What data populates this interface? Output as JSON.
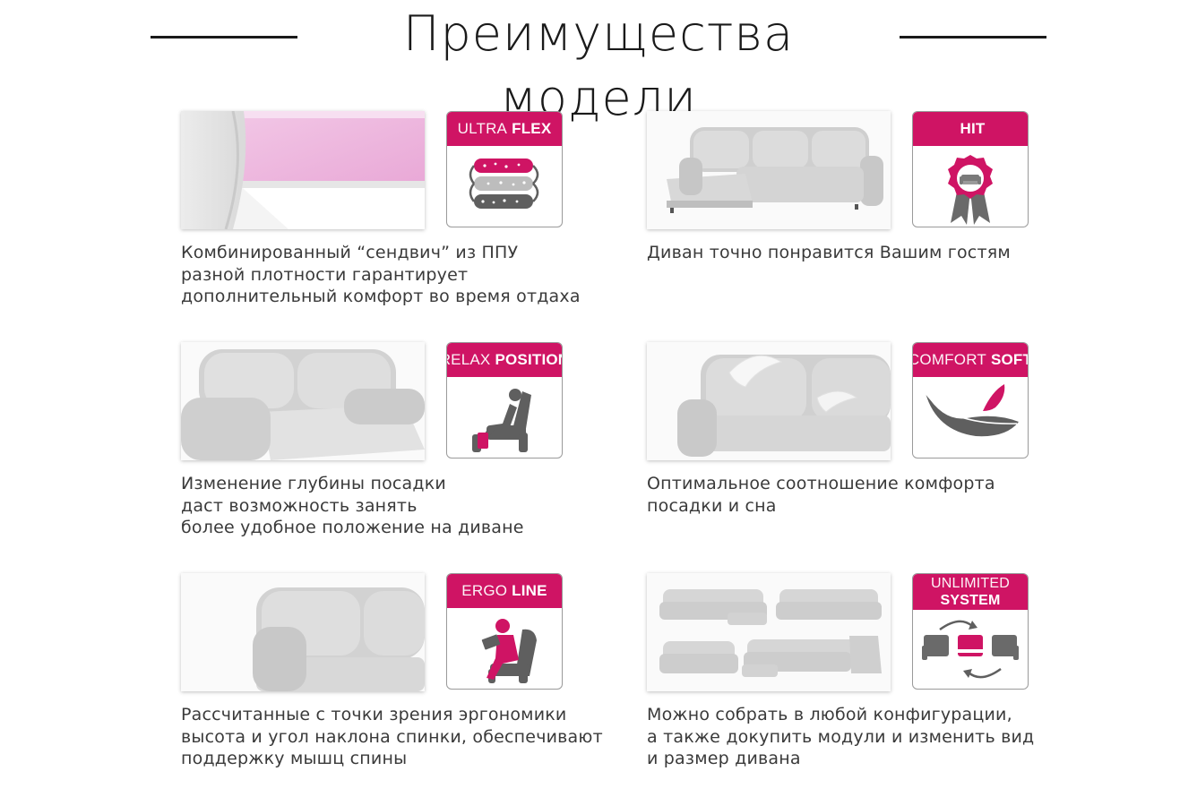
{
  "title": "Преимущества модели",
  "features": [
    {
      "badge_light": "ULTRA",
      "badge_bold": "FLEX",
      "icon": "layers-icon",
      "lines": [
        "Комбинированный “сендвич” из ППУ",
        "разной плотности гарантирует",
        "дополнительный комфорт во время отдаха"
      ]
    },
    {
      "badge_light": "",
      "badge_bold": "HIT",
      "icon": "award-ribbon-icon",
      "lines": [
        "Диван точно понравится Вашим гостям"
      ]
    },
    {
      "badge_light": "RELAX",
      "badge_bold": "POSITION",
      "icon": "recliner-person-icon",
      "lines": [
        "Изменение глубины посадки",
        "даст возможность занять",
        "более удобное положение на диване"
      ]
    },
    {
      "badge_light": "COMFORT",
      "badge_bold": "SOFT",
      "icon": "feather-icon",
      "lines": [
        "Оптимальное соотношение комфорта",
        "посадки и сна"
      ]
    },
    {
      "badge_light": "ERGO",
      "badge_bold": "LINE",
      "icon": "ergonomic-chair-icon",
      "lines": [
        "Рассчитанные с точки зрения эргономики",
        "высота и угол наклона спинки, обеспечивают",
        "поддержку мышц спины"
      ]
    },
    {
      "badge_light": "UNLIMITED",
      "badge_bold": "SYSTEM",
      "icon": "modules-icon",
      "lines": [
        "Можно собрать в любой конфигурации,",
        "а также докупить модули и изменить вид",
        "и размер дивана"
      ]
    }
  ],
  "colors": {
    "accent": "#cf1464",
    "icon_gray": "#5f5f5f",
    "title": "#1a1a1a"
  }
}
